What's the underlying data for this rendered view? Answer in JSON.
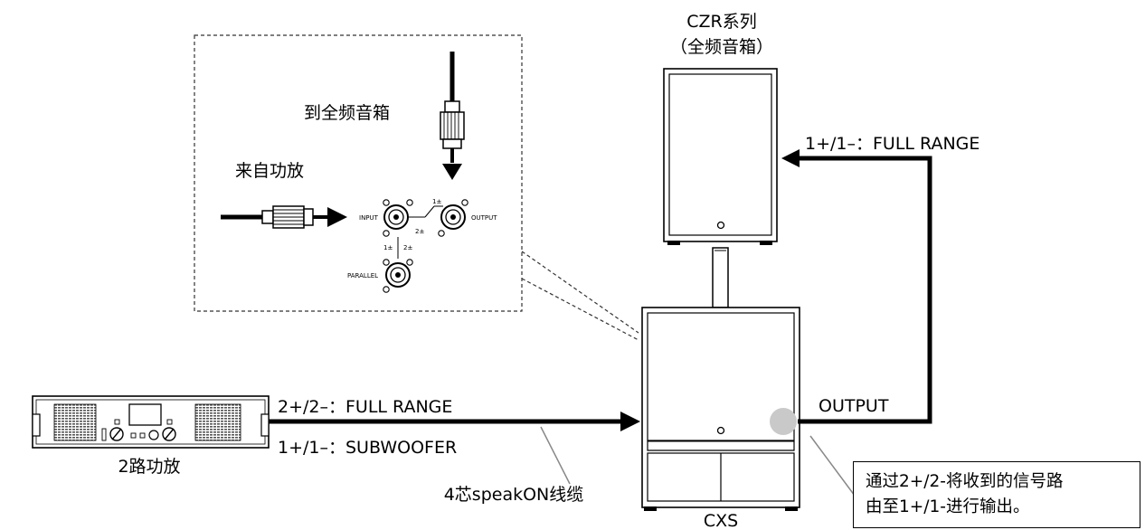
{
  "labels": {
    "czr_series": "CZR系列",
    "full_range_speaker": "（全频音箱）",
    "to_full_range": "到全频音箱",
    "from_amp": "来自功放",
    "input": "INPUT",
    "output_jack": "OUTPUT",
    "parallel": "PARALLEL",
    "pin_1": "1±",
    "pin_2": "2±",
    "czr_signal": "1+/1–：FULL RANGE",
    "sub_signal_full": "2+/2–：FULL RANGE",
    "sub_signal_sub": "1+/1–：SUBWOOFER",
    "output_label": "OUTPUT",
    "amp_label": "2路功放",
    "cable_label": "4芯speakON线缆",
    "cxs_label": "CXS"
  },
  "note": {
    "line1": "通过2+/2-将收到的信号路",
    "line2": "由至1+/1-进行输出。"
  }
}
